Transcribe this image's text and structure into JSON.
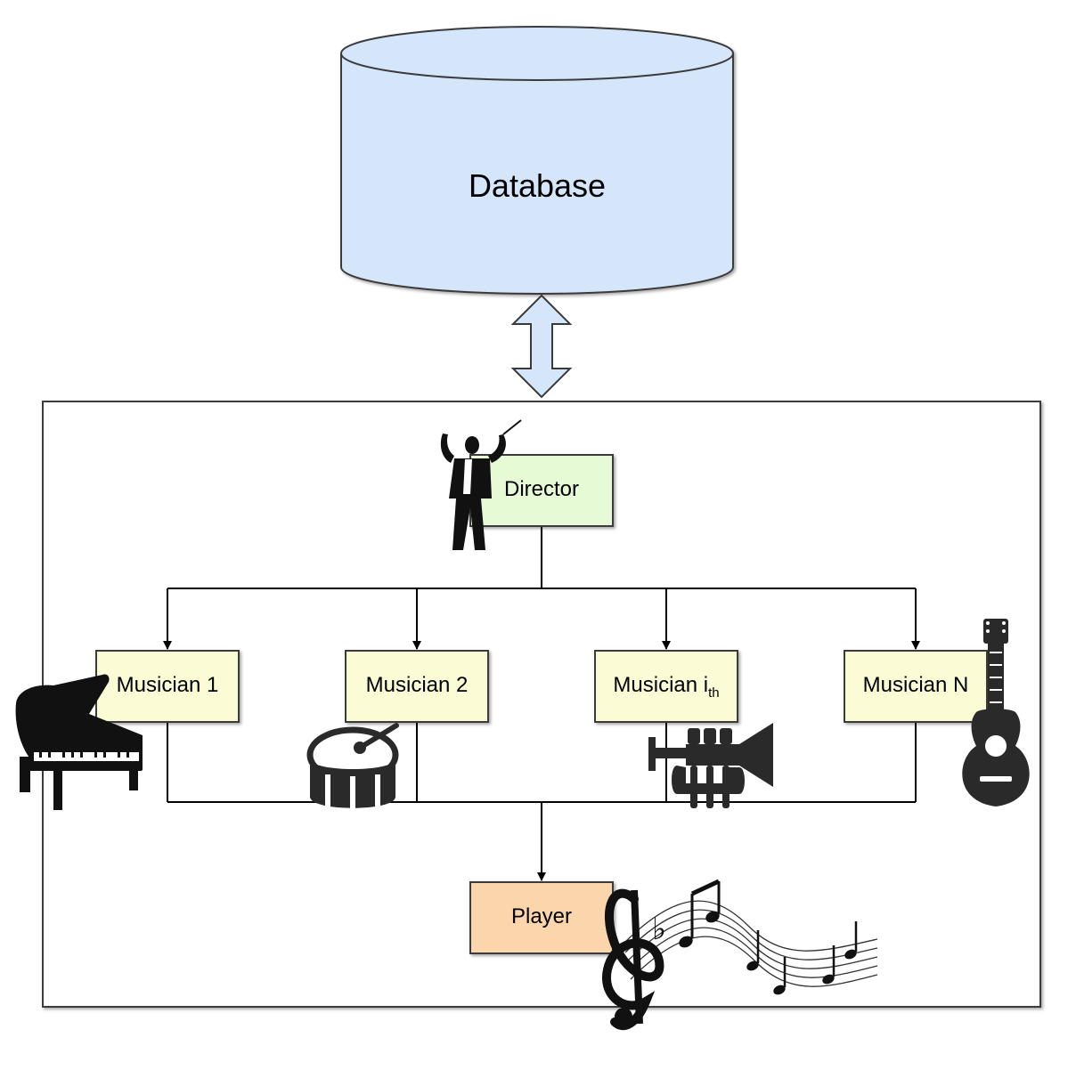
{
  "nodes": {
    "database": {
      "label": "Database",
      "fill": "#d5e6fb",
      "stroke": "#3a3a3a"
    },
    "director": {
      "label": "Director",
      "fill": "#e6fad5",
      "stroke": "#3a3a3a"
    },
    "musicians": [
      {
        "label": "Musician 1",
        "icon": "piano-icon"
      },
      {
        "label": "Musician 2",
        "icon": "drum-icon"
      },
      {
        "label": "Musician i",
        "subscript": "th",
        "icon": "trumpet-icon"
      },
      {
        "label": "Musician N",
        "icon": "guitar-icon"
      }
    ],
    "musician_fill": "#fbfbd5",
    "player": {
      "label": "Player",
      "fill": "#fbd5ac",
      "icon": "music-notes-icon"
    }
  },
  "edges": [
    {
      "from": "Database",
      "to": "System",
      "style": "double-arrow"
    },
    {
      "from": "Director",
      "to": "Musician 1"
    },
    {
      "from": "Director",
      "to": "Musician 2"
    },
    {
      "from": "Director",
      "to": "Musician i"
    },
    {
      "from": "Director",
      "to": "Musician N"
    },
    {
      "from": "Musicians",
      "to": "Player"
    }
  ],
  "colors": {
    "line": "#000000",
    "arrow_fill": "#d5e6fb"
  }
}
